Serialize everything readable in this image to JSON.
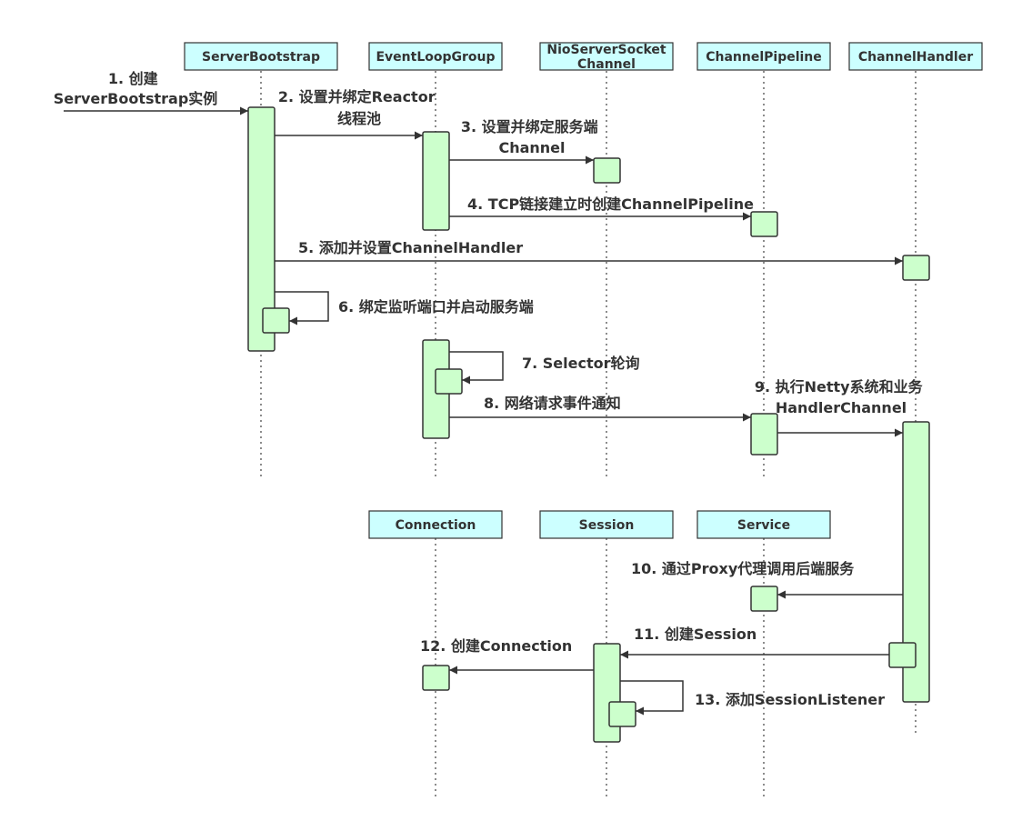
{
  "participants": {
    "server_bootstrap": "ServerBootstrap",
    "event_loop_group": "EventLoopGroup",
    "nio_server_socket_channel": [
      "NioServerSocket",
      "Channel"
    ],
    "channel_pipeline": "ChannelPipeline",
    "channel_handler": "ChannelHandler",
    "connection": "Connection",
    "session": "Session",
    "service": "Service"
  },
  "messages": {
    "m1": [
      "1. 创建",
      "ServerBootstrap实例"
    ],
    "m2": [
      "2. 设置并绑定Reactor",
      "线程池"
    ],
    "m3": [
      "3. 设置并绑定服务端",
      "Channel"
    ],
    "m4": "4. TCP链接建立时创建ChannelPipeline",
    "m5": "5. 添加并设置ChannelHandler",
    "m6": "6.  绑定监听端口并启动服务端",
    "m7": "7. Selector轮询",
    "m8": "8. 网络请求事件通知",
    "m9": [
      "9. 执行Netty系统和业务",
      "HandlerChannel"
    ],
    "m10": "10. 通过Proxy代理调用后端服务",
    "m11": "11. 创建Session",
    "m12": "12. 创建Connection",
    "m13": "13. 添加SessionListener"
  },
  "colors": {
    "header_fill": "#ccffff",
    "activation_fill": "#ccffcc",
    "line": "#333333"
  }
}
